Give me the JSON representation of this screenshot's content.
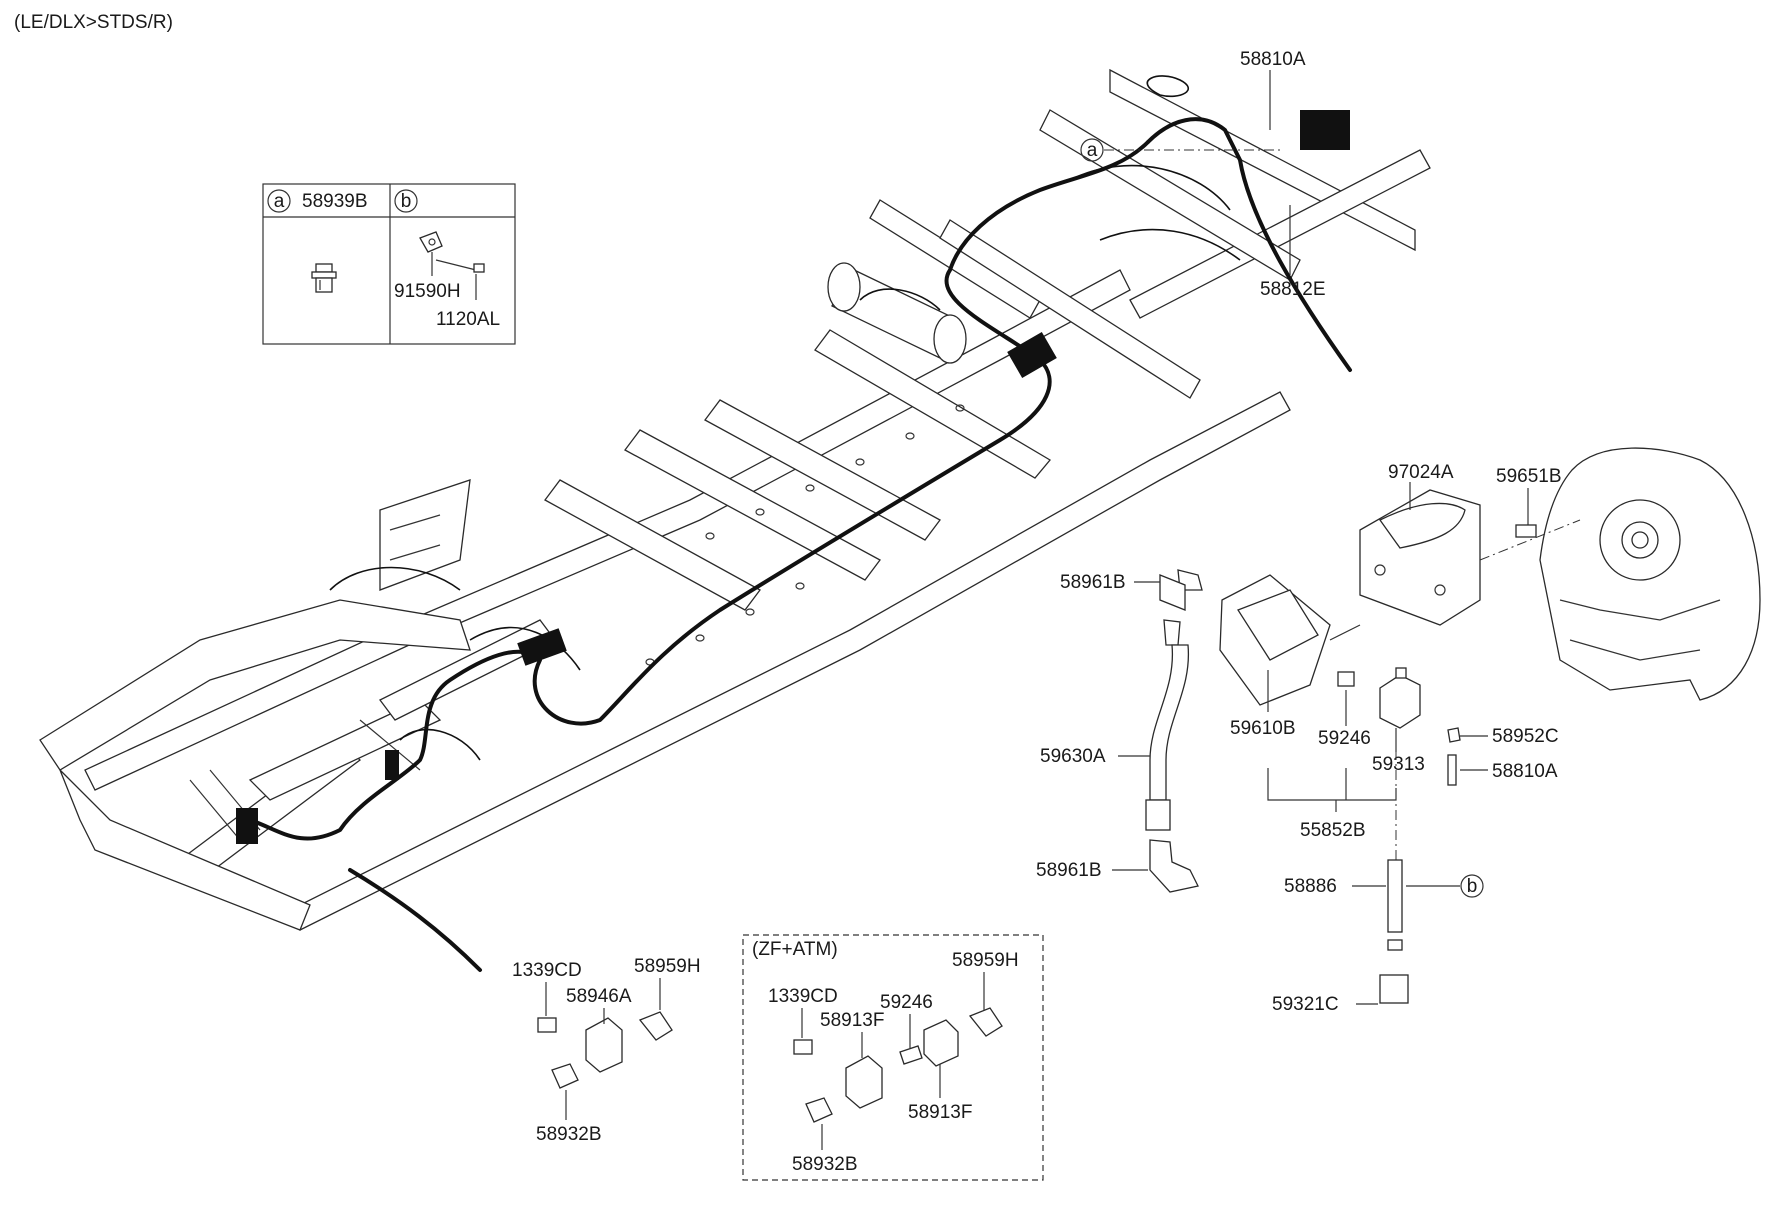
{
  "header": {
    "variant_text": "(LE/DLX>STDS/R)"
  },
  "legend_box": {
    "cell_a": {
      "circle": "a",
      "part_no": "58939B"
    },
    "cell_b": {
      "circle": "b",
      "sub_parts": [
        "91590H",
        "1120AL"
      ]
    }
  },
  "optional_box": {
    "title": "(ZF+ATM)"
  },
  "callouts": {
    "c_58810A_top": "58810A",
    "c_a_ref": "a",
    "c_58812E": "58812E",
    "c_97024A": "97024A",
    "c_59651B": "59651B",
    "c_58961B_top": "58961B",
    "c_59630A": "59630A",
    "c_58961B_bottom": "58961B",
    "c_59610B": "59610B",
    "c_59246_main": "59246",
    "c_58952C": "58952C",
    "c_59313": "59313",
    "c_58810A_right": "58810A",
    "c_55852B": "55852B",
    "c_58886": "58886",
    "c_b_ref": "b",
    "c_59321C": "59321C",
    "c_1339CD_left": "1339CD",
    "c_58959H_left": "58959H",
    "c_58946A": "58946A",
    "c_58932B_left": "58932B",
    "c_1339CD_box": "1339CD",
    "c_58913F_top": "58913F",
    "c_59246_box": "59246",
    "c_58959H_box": "58959H",
    "c_58913F_bottom": "58913F",
    "c_58932B_box": "58932B"
  }
}
